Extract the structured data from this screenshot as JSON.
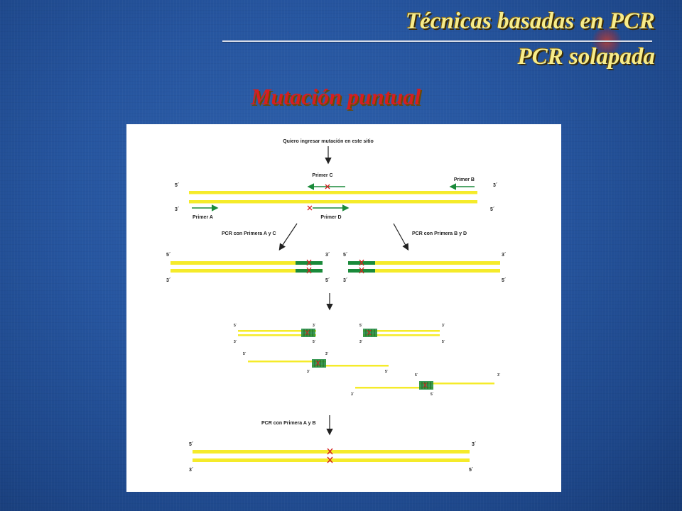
{
  "slide": {
    "title_line1": "Técnicas basadas en PCR",
    "title_line2": "PCR solapada",
    "subtitle": "Mutación puntual"
  },
  "diagram": {
    "top_label": "Quiero ingresar mutación en este sitio",
    "primer_c": "Primer C",
    "primer_b": "Primer B",
    "primer_a": "Primer A",
    "primer_d": "Primer D",
    "pcr_ac": "PCR con Primera A y C",
    "pcr_bd": "PCR con Primera B y D",
    "pcr_ab": "PCR con Primera A y B",
    "end5": "5´",
    "end3": "3´"
  },
  "colors": {
    "strand": "#f5eb2a",
    "primer": "#1a8a3a",
    "mutation": "#d42020",
    "title": "#f7ec8a",
    "subtitle": "#d71e1e"
  }
}
